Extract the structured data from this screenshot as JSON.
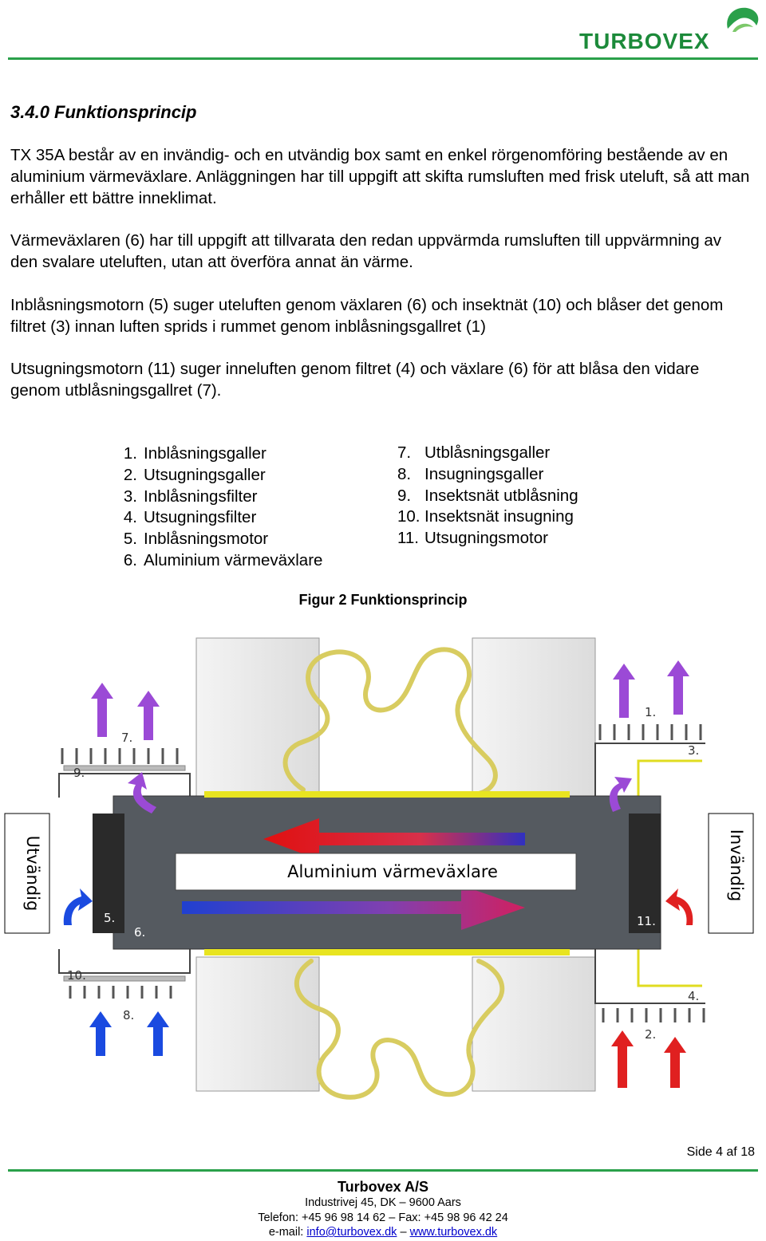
{
  "header": {
    "logo_text": "TURBOVEX",
    "accent_color": "#2aa04a"
  },
  "section": {
    "heading": "3.4.0 Funktionsprincip",
    "paragraphs": [
      "TX 35A består av en invändig- och en utvändig box samt en enkel rörgenomföring bestående av en aluminium värmeväxlare. Anläggningen har till uppgift att skifta rumsluften med frisk uteluft, så att man erhåller ett bättre inneklimat.",
      "Värmeväxlaren (6) har till uppgift att tillvarata den redan uppvärmda rumsluften till uppvärmning av den svalare uteluften, utan att överföra annat än värme.",
      "Inblåsningsmotorn (5) suger uteluften genom växlaren (6) och insektnät (10) och blåser det genom  filtret (3) innan luften sprids i rummet genom inblåsningsgallret (1)",
      "Utsugningsmotorn (11) suger inneluften genom filtret (4) och växlare (6) för att blåsa den vidare genom utblåsningsgallret (7)."
    ]
  },
  "legend": {
    "left": [
      {
        "num": "1.",
        "label": "Inblåsningsgaller"
      },
      {
        "num": "2.",
        "label": "Utsugningsgaller"
      },
      {
        "num": "3.",
        "label": "Inblåsningsfilter"
      },
      {
        "num": "4.",
        "label": "Utsugningsfilter"
      },
      {
        "num": "5.",
        "label": "Inblåsningsmotor"
      },
      {
        "num": "6.",
        "label": "Aluminium värmeväxlare"
      }
    ],
    "right": [
      {
        "num": "7.",
        "label": "Utblåsningsgaller"
      },
      {
        "num": "8.",
        "label": "Insugningsgaller"
      },
      {
        "num": "9.",
        "label": "Insektsnät utblåsning"
      },
      {
        "num": "10.",
        "label": "Insektsnät insugning"
      },
      {
        "num": "11.",
        "label": "Utsugningsmotor"
      }
    ]
  },
  "figure": {
    "caption": "Figur 2 Funktionsprincip",
    "center_label": "Aluminium värmeväxlare",
    "left_side_label": "Utvändig",
    "right_side_label": "Invändig",
    "callouts": {
      "n1": "1.",
      "n2": "2.",
      "n3": "3.",
      "n4": "4.",
      "n5": "5.",
      "n6": "6.",
      "n7": "7.",
      "n8": "8.",
      "n9": "9.",
      "n10": "10.",
      "n11": "11."
    },
    "colors": {
      "exchanger_body": "#555a60",
      "coil": "#e8e070",
      "filter_line": "#e0dc20",
      "arrow_purple": "#9b4ad6",
      "arrow_blue": "#1a4ae0",
      "arrow_red": "#e02020",
      "motor": "#2a2a2a"
    }
  },
  "footer": {
    "page": "Side 4 af 18",
    "company": "Turbovex A/S",
    "address": "Industrivej 45, DK – 9600 Aars",
    "phone": "Telefon: +45 96 98 14 62 – Fax: +45 98 96 42 24",
    "email_prefix": "e-mail: ",
    "email": "info@turbovex.dk",
    "separator": " – ",
    "website": "www.turbovex.dk"
  }
}
